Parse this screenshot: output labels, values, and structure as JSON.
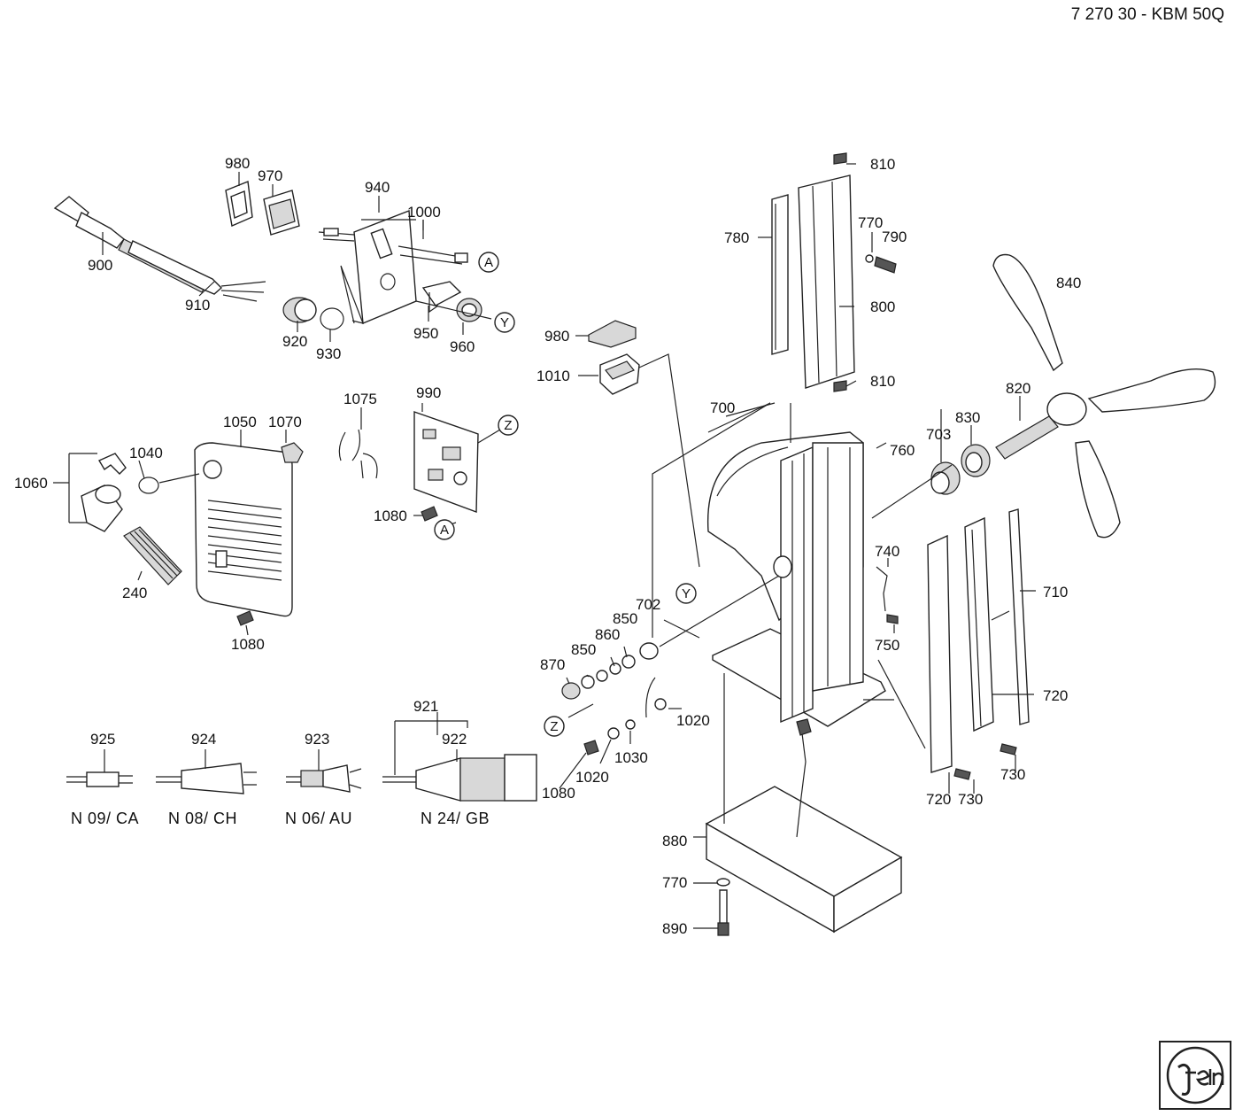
{
  "header": {
    "title": "7 270 30 - KBM 50Q"
  },
  "parts": [
    "900",
    "910",
    "920",
    "930",
    "940",
    "950",
    "960",
    "970",
    "980",
    "1000",
    "1010",
    "700",
    "702",
    "703",
    "710",
    "720",
    "730",
    "740",
    "750",
    "760",
    "770",
    "780",
    "790",
    "800",
    "810",
    "820",
    "830",
    "840",
    "850",
    "860",
    "870",
    "880",
    "890",
    "990",
    "1020",
    "1030",
    "1040",
    "1050",
    "1060",
    "1070",
    "1075",
    "1080",
    "240",
    "921",
    "922",
    "923",
    "924",
    "925"
  ],
  "ref_markers": [
    "A",
    "Y",
    "Z"
  ],
  "variants": [
    "N 09/ CA",
    "N 08/ CH",
    "N 06/ AU",
    "N 24/ GB"
  ],
  "logo": {
    "name": "fein"
  }
}
